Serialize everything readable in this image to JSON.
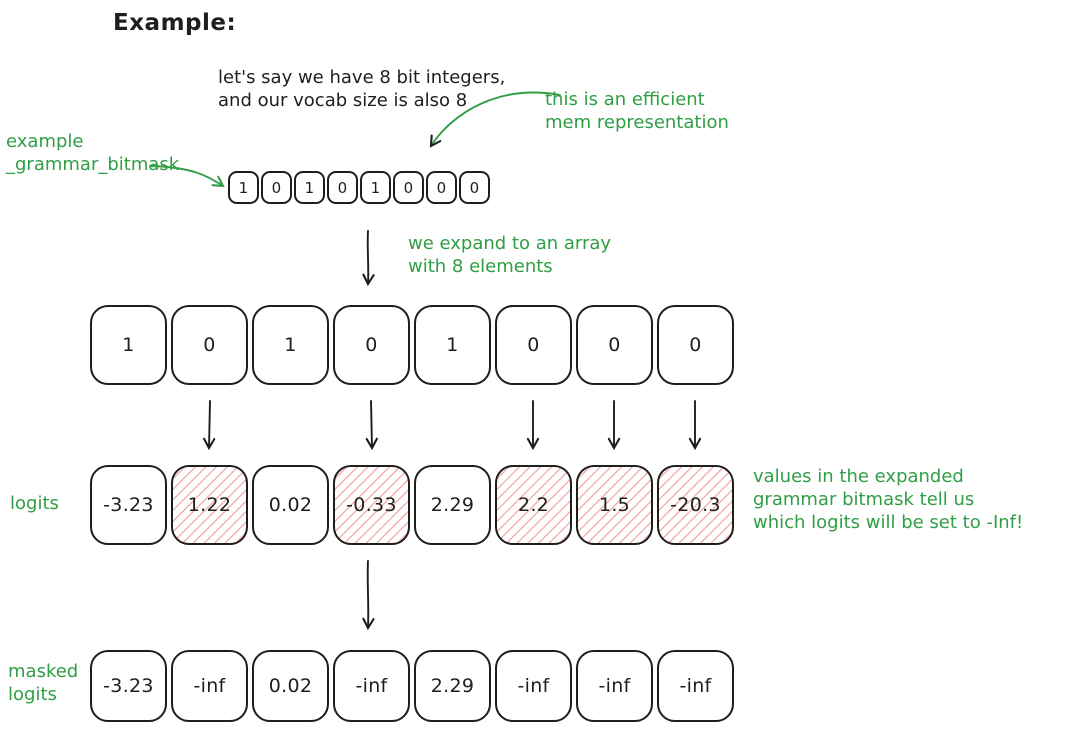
{
  "title": "Example:",
  "colors": {
    "ink": "#1e1e1e",
    "green": "#2f9e44",
    "hatch_red": "#e03131"
  },
  "intro": {
    "line1": "let's say we have 8 bit integers,",
    "line2": "and our vocab size is also 8"
  },
  "annotations": {
    "mem": {
      "line1": "this is an efficient",
      "line2": "mem representation"
    },
    "bitmask_label": {
      "line1": "example",
      "line2": "_grammar_bitmask"
    },
    "expand": {
      "line1": "we expand to an array",
      "line2": "with 8 elements"
    },
    "explanation": {
      "line1": "values in the expanded",
      "line2": "grammar bitmask tell us",
      "line3": "which logits will be set to -Inf!"
    },
    "logits_label": "logits",
    "masked_label": {
      "line1": "masked",
      "line2": "logits"
    }
  },
  "bitmask_compact": [
    "1",
    "0",
    "1",
    "0",
    "1",
    "0",
    "0",
    "0"
  ],
  "bitmask_expanded": [
    "1",
    "0",
    "1",
    "0",
    "1",
    "0",
    "0",
    "0"
  ],
  "logits": [
    {
      "value": "-3.23",
      "masked": false
    },
    {
      "value": "1.22",
      "masked": true
    },
    {
      "value": "0.02",
      "masked": false
    },
    {
      "value": "-0.33",
      "masked": true
    },
    {
      "value": "2.29",
      "masked": false
    },
    {
      "value": "2.2",
      "masked": true
    },
    {
      "value": "1.5",
      "masked": true
    },
    {
      "value": "-20.3",
      "masked": true
    }
  ],
  "masked_logits": [
    "-3.23",
    "-inf",
    "0.02",
    "-inf",
    "2.29",
    "-inf",
    "-inf",
    "-inf"
  ]
}
